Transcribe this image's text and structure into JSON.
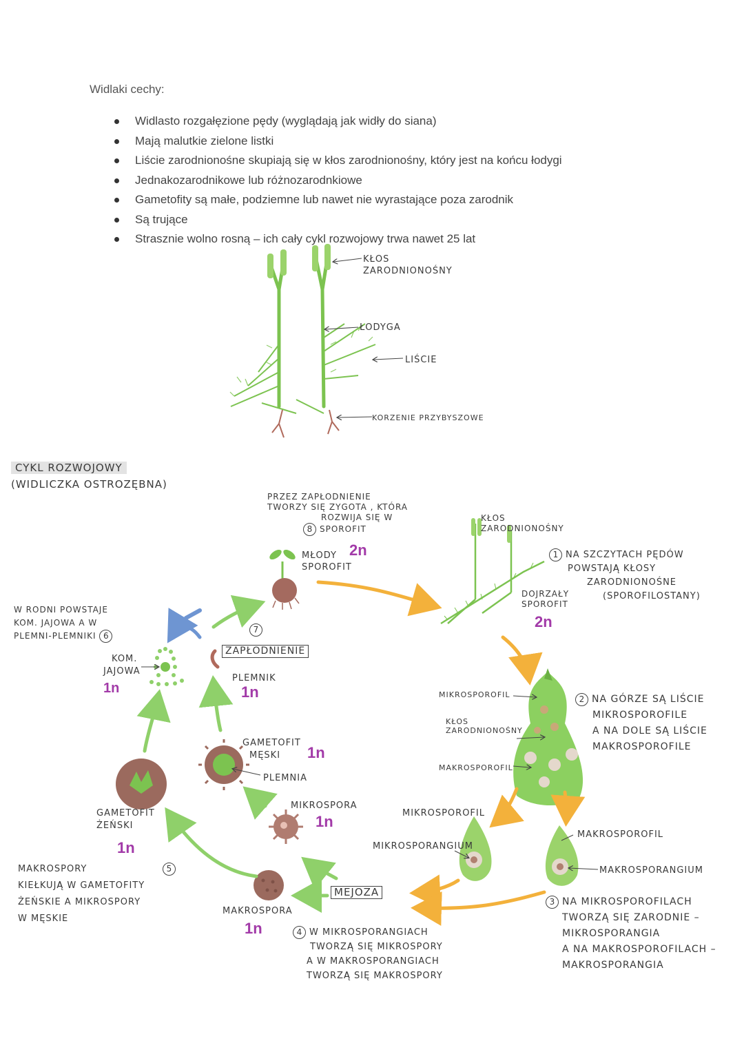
{
  "header": {
    "title": "Widlaki cechy:",
    "features": [
      "Widlasto rozgałęzione pędy (wyglądają jak widły do siana)",
      "Mają malutkie zielone listki",
      "Liście zarodnionośne skupiają się w kłos zarodnionośny, który jest na końcu łodygi",
      "Jednakozarodnikowe lub różnozarodnkiowe",
      "Gametofity są małe, podziemne lub nawet nie wyrastające poza zarodnik",
      "Są trujące",
      "Strasznie wolno rosną – ich cały cykl rozwojowy trwa nawet 25 lat"
    ]
  },
  "plant_labels": {
    "strobilus": [
      "KŁOS",
      "ZARODNIONOŚNY"
    ],
    "stem": "ŁODYGA",
    "leaves": "LIŚCIE",
    "roots": "KORZENIE PRZYBYSZOWE"
  },
  "cycle": {
    "title": "CYKL ROZWOJOWY",
    "subtitle": "(WIDLICZKA OSTROZĘBNA)",
    "colors": {
      "arrow_green": "#8fd06a",
      "arrow_orange": "#f3b13b",
      "arrow_blue": "#6e95d2",
      "plant_green": "#7cc350",
      "ploidy_pink": "#a23aa8",
      "spore_brown": "#9b6a5e"
    },
    "step8": {
      "num": "8",
      "lines": [
        "PRZEZ ZAPŁODNIENIE",
        "TWORZY SIĘ ZYGOTA , KTÓRA",
        "ROZWIJA SIĘ W",
        "SPOROFIT"
      ]
    },
    "young_sporophyte": {
      "lines": [
        "MŁODY",
        "SPOROFIT"
      ],
      "ploidy": "2n"
    },
    "top_strobilus": [
      "KŁOS",
      "ZARODNIONOŚNY"
    ],
    "mature_sporophyte": {
      "lines": [
        "DOJRZAŁY",
        "SPOROFIT"
      ],
      "ploidy": "2n"
    },
    "step1": {
      "num": "1",
      "lines": [
        "NA SZCZYTACH PĘDÓW",
        "POWSTAJĄ KŁOSY",
        "ZARODNIONOŚNE",
        "(SPOROFILOSTANY)"
      ]
    },
    "step2": {
      "num": "2",
      "lines": [
        "NA GÓRZE SĄ LIŚCIE",
        "MIKROSPOROFILE",
        "A NA DOLE SĄ LIŚCIE",
        "MAKROSPOROFILE"
      ]
    },
    "strobilus_labels": {
      "micro": "MIKROSPOROFIL",
      "strobilus": [
        "KŁOS",
        "ZARODNIONOŚNY"
      ],
      "macro": "MAKROSPOROFIL"
    },
    "sporophylls": {
      "micro": "MIKROSPOROFIL",
      "micro_sporangium": "MIKROSPORANGIUM",
      "macro": "MAKROSPOROFIL",
      "macro_sporangium": "MAKROSPORANGIUM"
    },
    "step3": {
      "num": "3",
      "lines": [
        "NA MIKROSPOROFILACH",
        "TWORZĄ SIĘ ZARODNIE –",
        "MIKROSPORANGIA",
        "A NA MAKROSPOROFILACH –",
        "MAKROSPORANGIA"
      ]
    },
    "meiosis": "MEJOZA",
    "step4": {
      "num": "4",
      "lines": [
        "W MIKROSPORANGIACH",
        "TWORZĄ SIĘ MIKROSPORY",
        "A W MAKROSPORANGIACH",
        "TWORZĄ SIĘ MAKROSPORY"
      ]
    },
    "microspore": {
      "label": "MIKROSPORA",
      "ploidy": "1n"
    },
    "macrospore": {
      "label": "MAKROSPORA",
      "ploidy": "1n"
    },
    "step5": {
      "num": "5",
      "lines": [
        "MAKROSPORY",
        "KIEŁKUJĄ W GAMETOFITY",
        "ŻEŃSKIE A MIKROSPORY",
        "W MĘSKIE"
      ]
    },
    "female_gametophyte": {
      "lines": [
        "GAMETOFIT",
        "ŻEŃSKI"
      ],
      "ploidy": "1n"
    },
    "male_gametophyte": {
      "line1": "GAMETOFIT",
      "line2": "MĘSKI",
      "ploidy": "1n",
      "part": "PLEMNIA"
    },
    "step6": {
      "num": "6",
      "lines": [
        "W RODNI POWSTAJE",
        "KOM. JAJOWA A W",
        "PLEMNI-PLEMNIKI"
      ]
    },
    "egg_cell": {
      "lines": [
        "KOM.",
        "JAJOWA"
      ],
      "ploidy": "1n"
    },
    "step7": {
      "num": "7",
      "label": "ZAPŁODNIENIE"
    },
    "sperm": {
      "label": "PLEMNIK",
      "ploidy": "1n"
    }
  }
}
